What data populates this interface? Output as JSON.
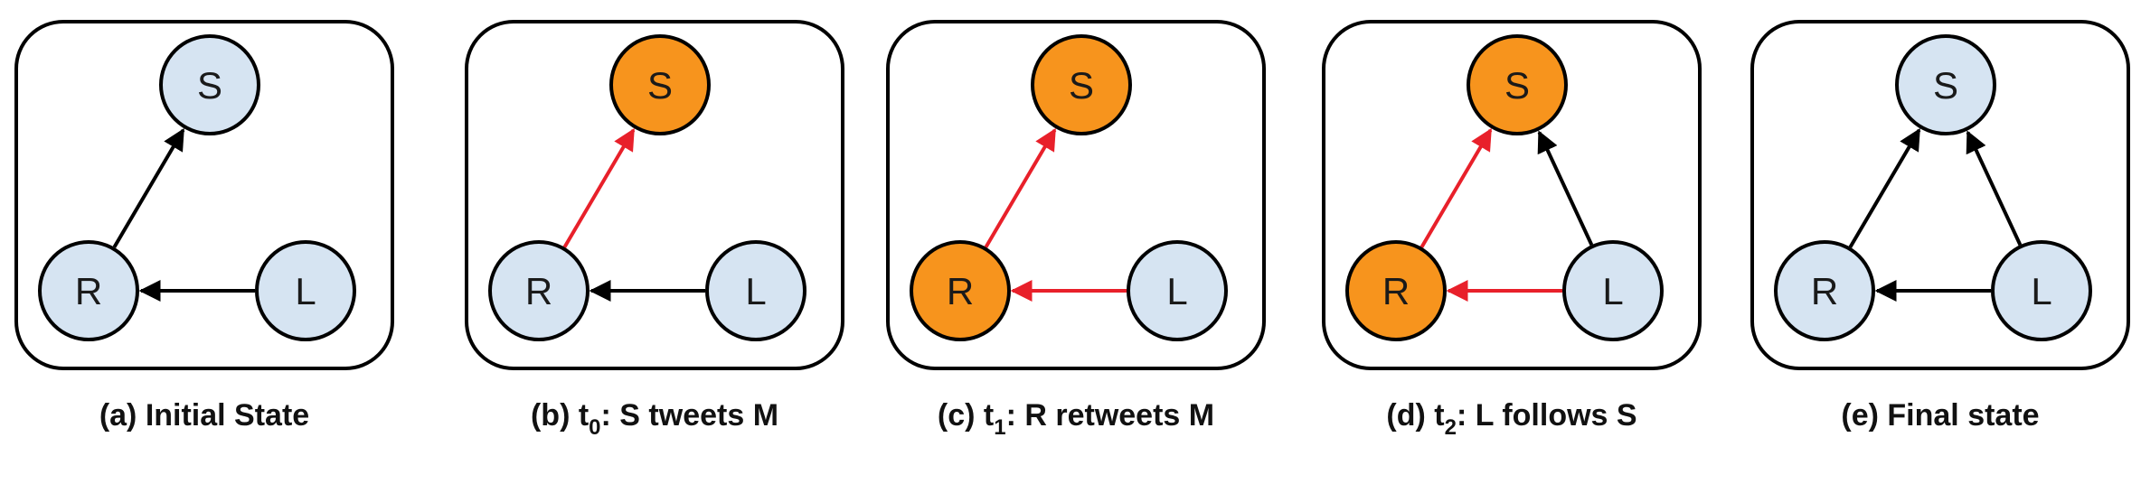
{
  "colors": {
    "node_default": "#d6e4f2",
    "node_active": "#f7941d",
    "edge_default": "#000000",
    "edge_active": "#e8202a"
  },
  "panels": [
    {
      "id": "a",
      "caption": {
        "prefix": "(a) Initial State",
        "sub": "",
        "suffix": ""
      },
      "nodes": [
        {
          "label": "S",
          "role": "S",
          "active": false
        },
        {
          "label": "R",
          "role": "R",
          "active": false
        },
        {
          "label": "L",
          "role": "L",
          "active": false
        }
      ],
      "edges": [
        {
          "from": "R",
          "to": "S",
          "active": false
        },
        {
          "from": "L",
          "to": "R",
          "active": false
        }
      ]
    },
    {
      "id": "b",
      "caption": {
        "prefix": "(b) t",
        "sub": "0",
        "suffix": ": S tweets M"
      },
      "nodes": [
        {
          "label": "S",
          "role": "S",
          "active": true
        },
        {
          "label": "R",
          "role": "R",
          "active": false
        },
        {
          "label": "L",
          "role": "L",
          "active": false
        }
      ],
      "edges": [
        {
          "from": "R",
          "to": "S",
          "active": true
        },
        {
          "from": "L",
          "to": "R",
          "active": false
        }
      ]
    },
    {
      "id": "c",
      "caption": {
        "prefix": "(c) t",
        "sub": "1",
        "suffix": ": R retweets M"
      },
      "nodes": [
        {
          "label": "S",
          "role": "S",
          "active": true
        },
        {
          "label": "R",
          "role": "R",
          "active": true
        },
        {
          "label": "L",
          "role": "L",
          "active": false
        }
      ],
      "edges": [
        {
          "from": "R",
          "to": "S",
          "active": true
        },
        {
          "from": "L",
          "to": "R",
          "active": true
        }
      ]
    },
    {
      "id": "d",
      "caption": {
        "prefix": "(d) t",
        "sub": "2",
        "suffix": ": L follows S"
      },
      "nodes": [
        {
          "label": "S",
          "role": "S",
          "active": true
        },
        {
          "label": "R",
          "role": "R",
          "active": true
        },
        {
          "label": "L",
          "role": "L",
          "active": false
        }
      ],
      "edges": [
        {
          "from": "R",
          "to": "S",
          "active": true
        },
        {
          "from": "L",
          "to": "R",
          "active": true
        },
        {
          "from": "L",
          "to": "S",
          "active": false
        }
      ]
    },
    {
      "id": "e",
      "caption": {
        "prefix": "(e) Final state",
        "sub": "",
        "suffix": ""
      },
      "nodes": [
        {
          "label": "S",
          "role": "S",
          "active": false
        },
        {
          "label": "R",
          "role": "R",
          "active": false
        },
        {
          "label": "L",
          "role": "L",
          "active": false
        }
      ],
      "edges": [
        {
          "from": "R",
          "to": "S",
          "active": false
        },
        {
          "from": "L",
          "to": "R",
          "active": false
        },
        {
          "from": "L",
          "to": "S",
          "active": false
        }
      ]
    }
  ]
}
